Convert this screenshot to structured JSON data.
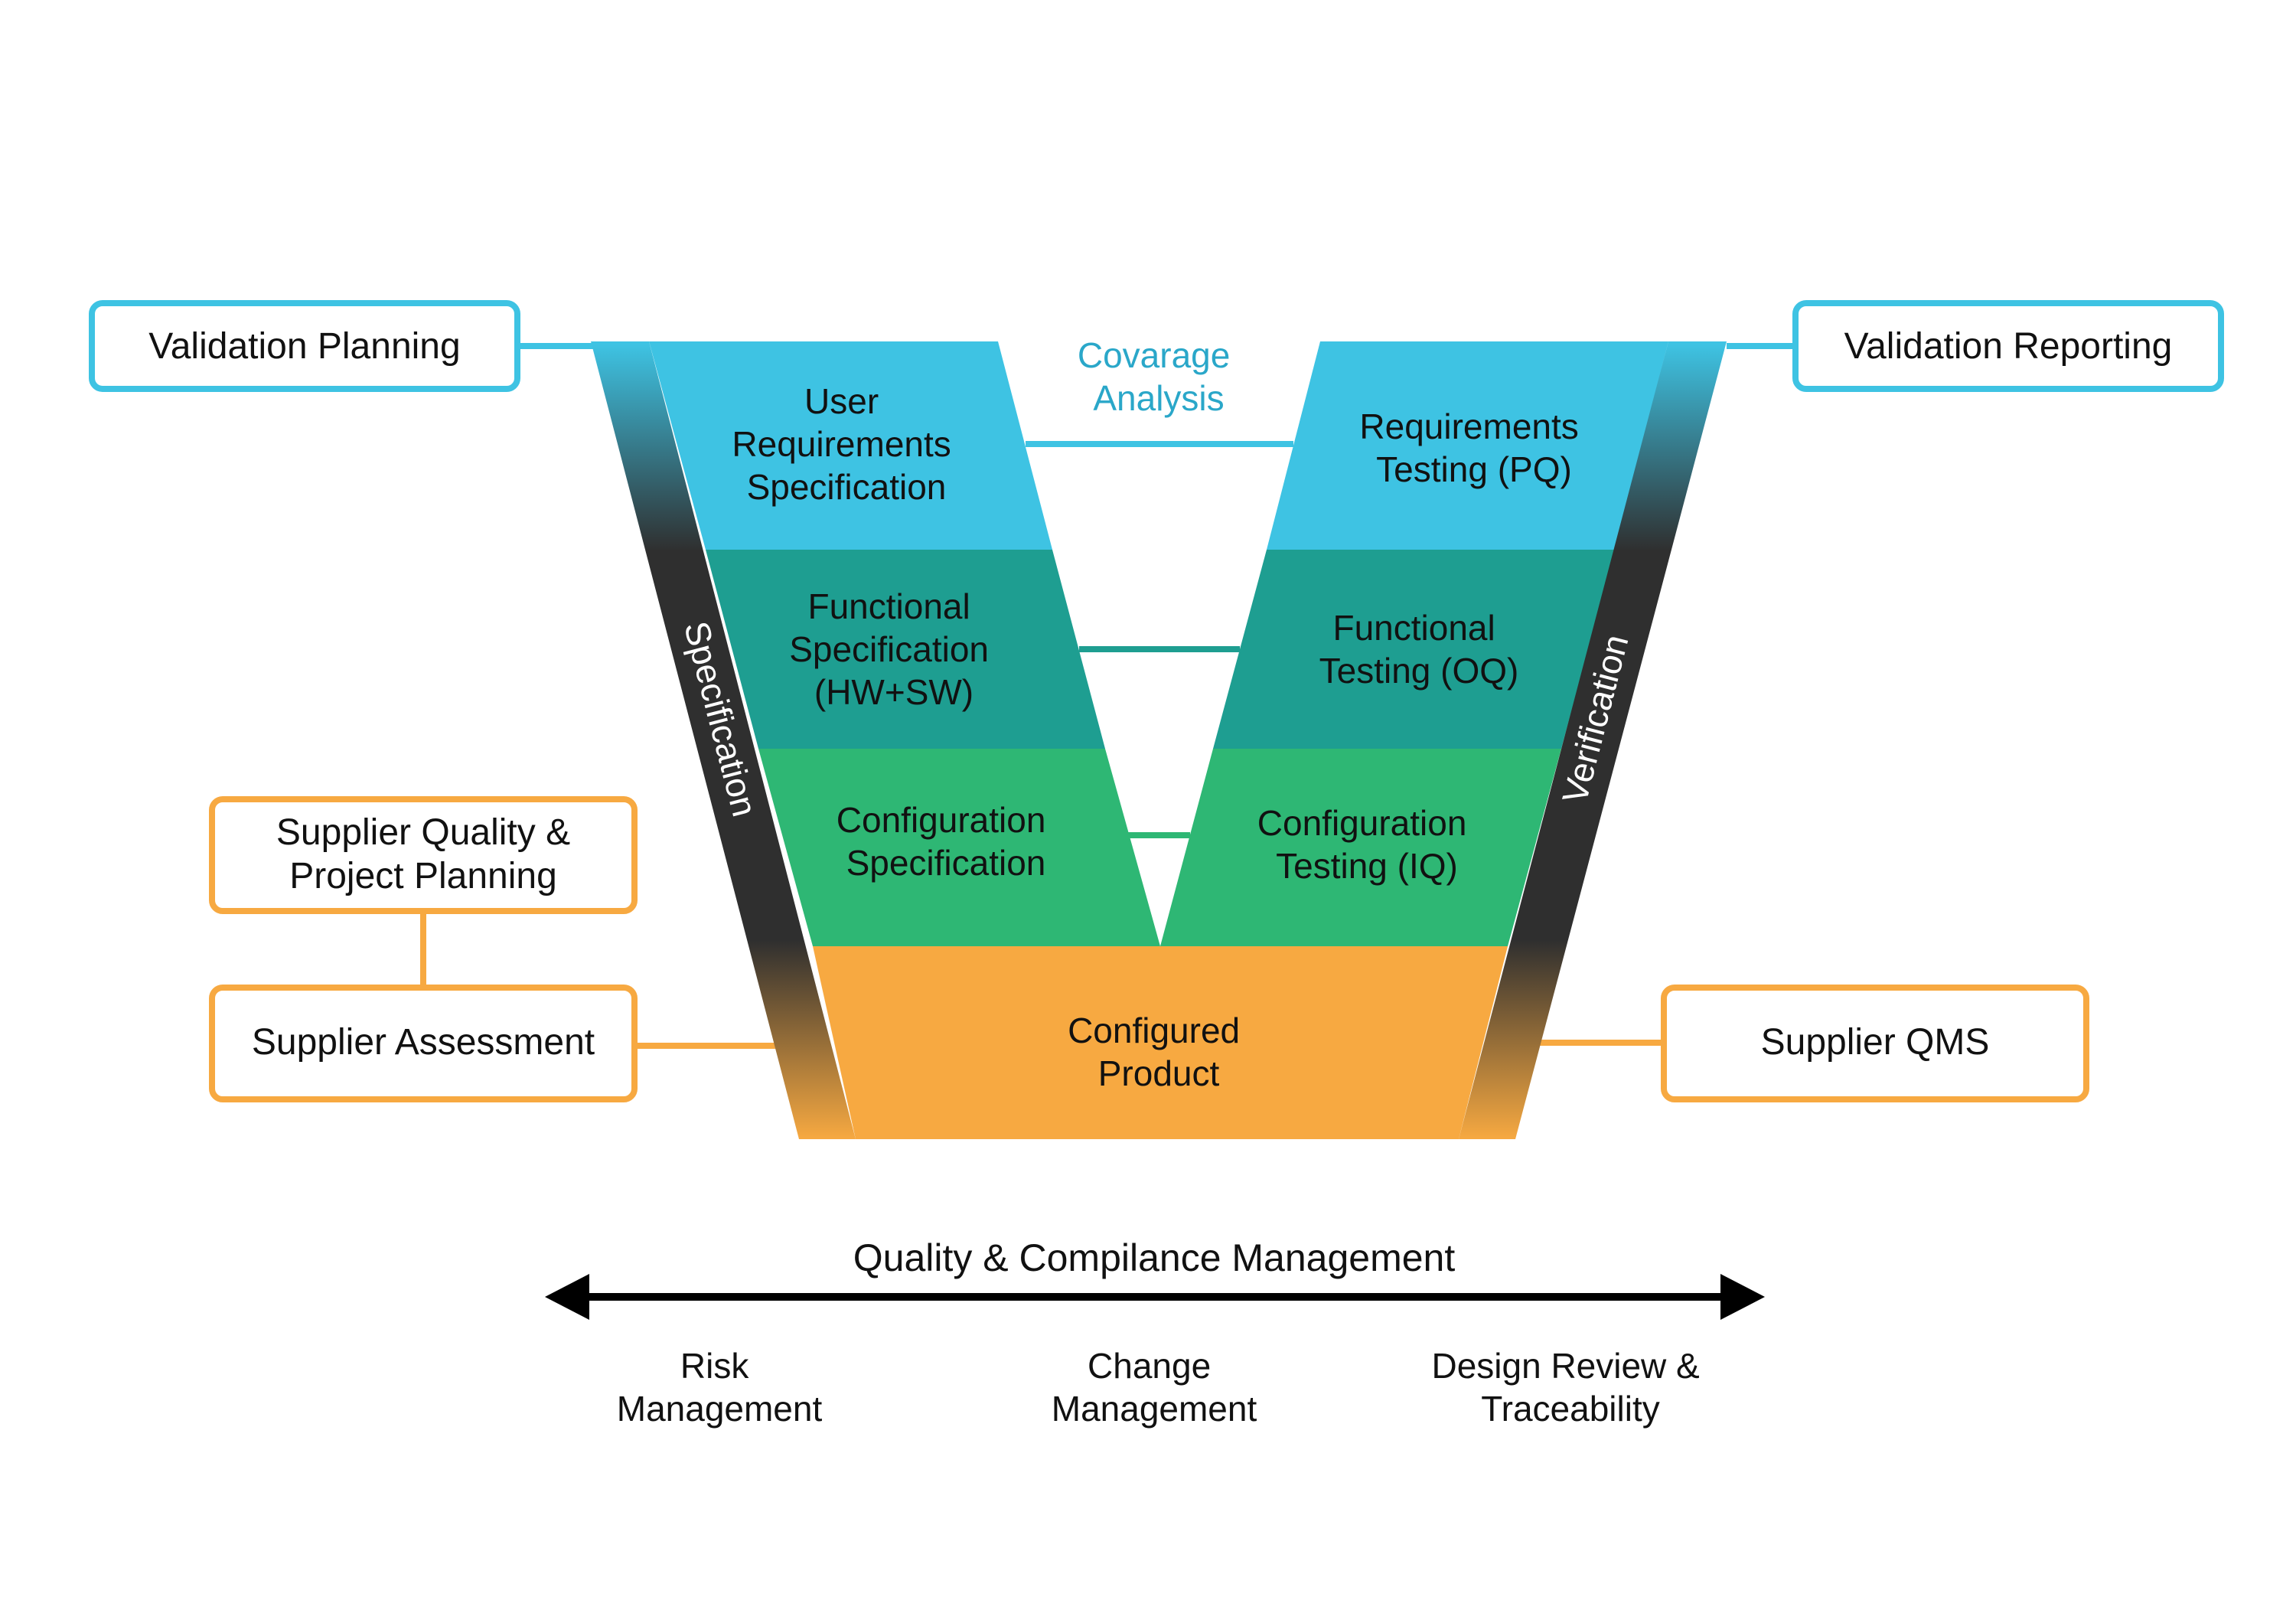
{
  "colors": {
    "blue": "#3ec3e3",
    "teal": "#1e9e91",
    "green": "#2eb774",
    "orange": "#f7a941",
    "dark_band": "#2f2f2f",
    "box_border_blue": "#3ec3e3",
    "box_border_orange": "#f7a941",
    "connector_blue": "#3ec3e3",
    "connector_teal": "#1e9e91",
    "connector_green": "#2eb774",
    "connector_orange": "#f7a941",
    "text": "#111111",
    "coverage_text": "#2aa7c9"
  },
  "side_boxes": {
    "validation_planning": "Validation Planning",
    "validation_reporting": "Validation Reporting",
    "supplier_quality_line1": "Supplier Quality &",
    "supplier_quality_line2": "Project Planning",
    "supplier_assessment": "Supplier Assessment",
    "supplier_qms": "Supplier QMS"
  },
  "left_stages": {
    "urs": [
      "User",
      "Requirements",
      "Specification"
    ],
    "fs": [
      "Functional",
      "Specification",
      "(HW+SW)"
    ],
    "cs": [
      "Configuration",
      "Specification"
    ]
  },
  "right_stages": {
    "pq": [
      "Requirements",
      "Testing (PQ)"
    ],
    "oq": [
      "Functional",
      "Testing (OQ)"
    ],
    "iq": [
      "Configuration",
      "Testing (IQ)"
    ]
  },
  "bottom_stage": [
    "Configured",
    "Product"
  ],
  "coverage_analysis": [
    "Covarage",
    "Analysis"
  ],
  "bands": {
    "left": "Specification",
    "right": "Verification"
  },
  "quality_axis": {
    "title": "Quality & Compilance Management",
    "items": [
      [
        "Risk",
        "Management"
      ],
      [
        "Change",
        "Management"
      ],
      [
        "Design Review &",
        "Traceability"
      ]
    ]
  }
}
